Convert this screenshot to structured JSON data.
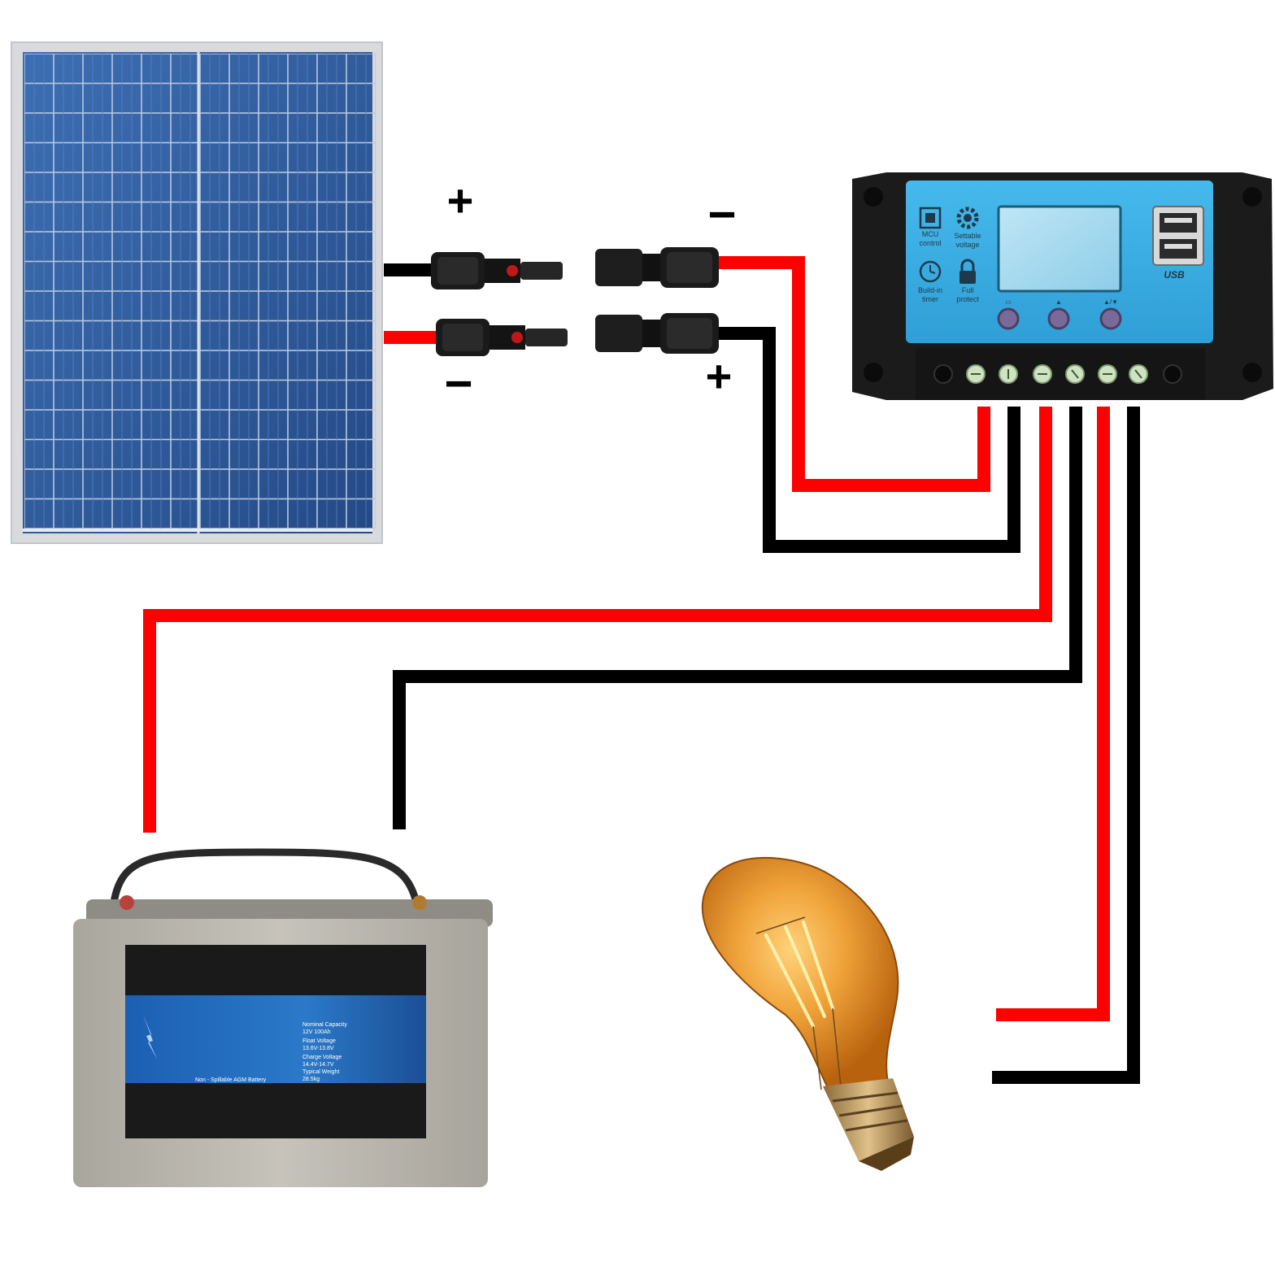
{
  "colors": {
    "positive_wire": "#ff0000",
    "negative_wire": "#000000",
    "panel_cell": "#2f5a9a",
    "controller_face": "#3aaee3",
    "controller_body": "#1b1b1b",
    "battery_case": "#b9b6ae",
    "battery_label": "#1a1a1a",
    "bulb_glass": "#e0841f"
  },
  "connectors": {
    "panel_top_sign": "+",
    "panel_bottom_sign": "−",
    "extension_top_sign": "−",
    "extension_bottom_sign": "+"
  },
  "controller": {
    "features": [
      {
        "icon": "chip-icon",
        "label_lines": [
          "MCU",
          "control"
        ]
      },
      {
        "icon": "gear-icon",
        "label_lines": [
          "Settable",
          "voltage"
        ]
      },
      {
        "icon": "clock-icon",
        "label_lines": [
          "Build-in",
          "timer"
        ]
      },
      {
        "icon": "lock-icon",
        "label_lines": [
          "Full",
          "protect"
        ]
      }
    ],
    "usb_label": "USB",
    "button_labels": [
      "▭",
      "▲",
      "▲/▼"
    ]
  },
  "battery": {
    "label_lines": [
      "Nominal Capacity",
      "12V 100Ah",
      "Float Voltage",
      "13.6V-13.8V",
      "Charge Voltage",
      "14.4V-14.7V",
      "Typical Weight",
      "28.5kg"
    ],
    "footer": "Non - Spillable AGM Battery"
  }
}
